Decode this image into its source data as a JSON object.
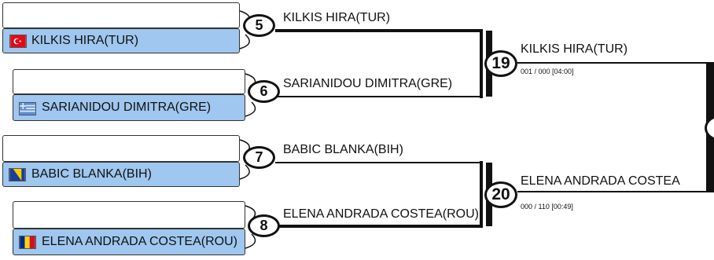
{
  "entries": [
    {
      "athlete": "KILKIS HIRA(TUR)",
      "flag": "tur-flag-icon"
    },
    {
      "athlete": "SARIANIDOU DIMITRA(GRE)",
      "flag": "gre-flag-icon"
    },
    {
      "athlete": "BABIC BLANKA(BIH)",
      "flag": "bih-flag-icon"
    },
    {
      "athlete": "ELENA ANDRADA COSTEA(ROU)",
      "flag": "rou-flag-icon"
    }
  ],
  "round1": [
    {
      "number": "5",
      "winner": "KILKIS HIRA(TUR)"
    },
    {
      "number": "6",
      "winner": "SARIANIDOU DIMITRA(GRE)"
    },
    {
      "number": "7",
      "winner": "BABIC BLANKA(BIH)"
    },
    {
      "number": "8",
      "winner": "ELENA ANDRADA COSTEA(ROU)"
    }
  ],
  "round2": [
    {
      "number": "19",
      "winner": "KILKIS HIRA(TUR)",
      "score": "001 / 000 [04:00]"
    },
    {
      "number": "20",
      "winner": "ELENA ANDRADA COSTEA",
      "score": "000 / 110 [00:49]"
    }
  ],
  "colors": {
    "slot_fill": "#9fc7ef",
    "line": "#111111"
  }
}
